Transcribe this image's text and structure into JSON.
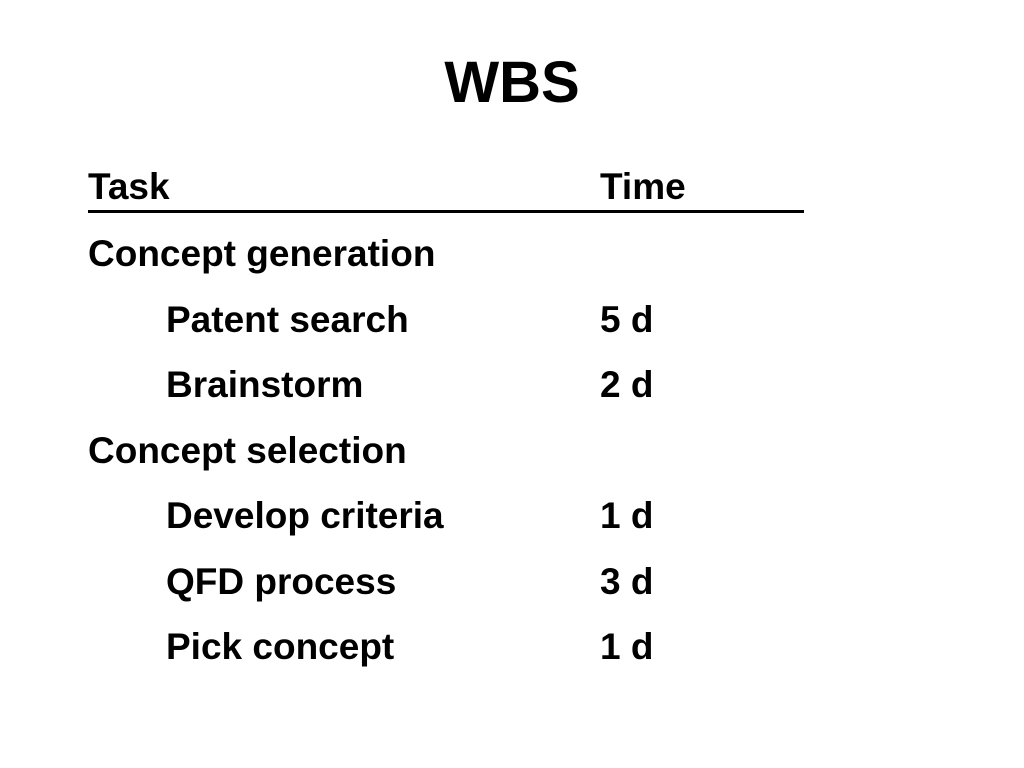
{
  "slide": {
    "title": "WBS",
    "header": {
      "task": "Task",
      "time": "Time"
    },
    "rows": [
      {
        "task": "Concept generation",
        "time": ""
      },
      {
        "task": "Patent search",
        "time": "5 d"
      },
      {
        "task": "Brainstorm",
        "time": "2 d"
      },
      {
        "task": "Concept selection",
        "time": ""
      },
      {
        "task": "Develop criteria",
        "time": "1 d"
      },
      {
        "task": "QFD process",
        "time": "3 d"
      },
      {
        "task": "Pick concept",
        "time": "1 d"
      }
    ]
  }
}
